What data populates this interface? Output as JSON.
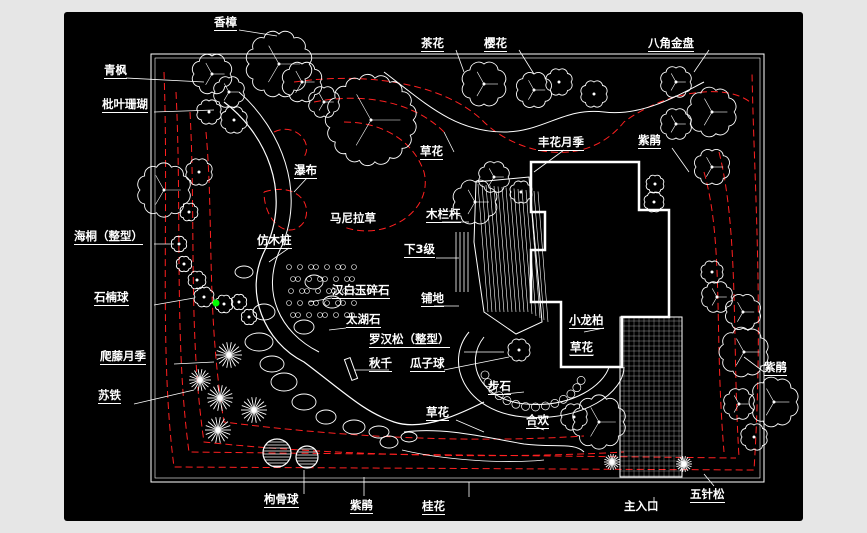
{
  "colors": {
    "background": "#000000",
    "outline": "#ffffff",
    "contour": "#ff2020",
    "page": "#e6e6e6",
    "marker": "#00ff00"
  },
  "labels": {
    "xiangzhang": "香樟",
    "qingfeng": "青枫",
    "piyeshanhu": "枇叶珊瑚",
    "haitong": "海桐（整型）",
    "shinanqiu": "石楠球",
    "panteng": "爬藤月季",
    "sutie": "苏铁",
    "goguqiu": "枸骨球",
    "ziwei_bottom": "紫鹃",
    "guihua": "桂花",
    "zhurukou": "主入口",
    "wuzhensong": "五针松",
    "ziwei_right": "紫鹃",
    "bajiaojinpan": "八角金盘",
    "yinghua": "樱花",
    "chahua": "茶花",
    "caohua_top": "草花",
    "fenghua": "丰花月季",
    "ziwei_top": "紫鹃",
    "pubu": "瀑布",
    "manila": "马尼拉草",
    "mulangan": "木栏杆",
    "fangmuzhuang": "仿木桩",
    "xiasanji": "下3级",
    "hanbaiyu": "汉白玉碎石",
    "taihushi": "太湖石",
    "pudi": "铺地",
    "luohansong": "罗汉松（整型）",
    "qiuqian": "秋千",
    "guaziqiu": "瓜子球",
    "xiaolongbai": "小龙柏",
    "caohua_mid": "草花",
    "bushi": "步石",
    "caohua_bottom": "草花",
    "hehuan": "合欢"
  }
}
